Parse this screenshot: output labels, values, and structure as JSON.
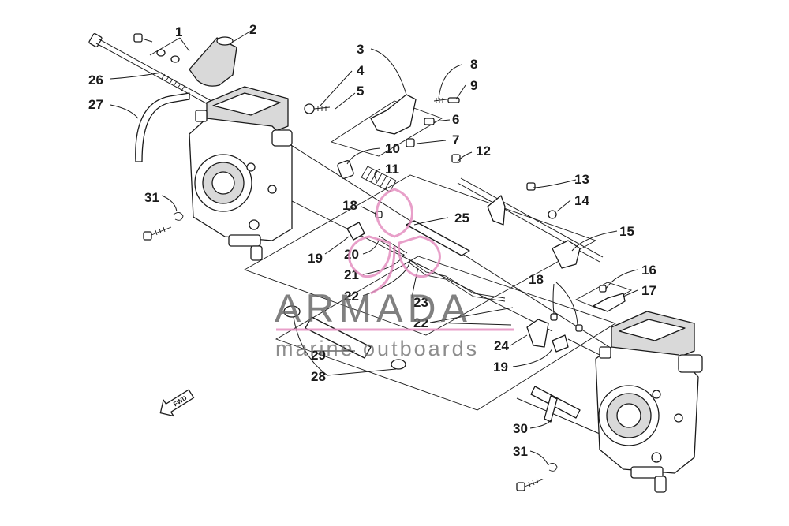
{
  "labels": [
    "1",
    "2",
    "3",
    "4",
    "5",
    "6",
    "7",
    "8",
    "9",
    "10",
    "11",
    "12",
    "13",
    "14",
    "15",
    "16",
    "17",
    "18",
    "18",
    "19",
    "19",
    "20",
    "21",
    "22",
    "22",
    "23",
    "24",
    "25",
    "26",
    "27",
    "28",
    "29",
    "30",
    "31",
    "31"
  ],
  "watermark": {
    "title": "ARMADA",
    "subtitle": "marine outboards",
    "color_title": "#6b6b6b",
    "color_sub": "#7a7a7a",
    "color_accent": "#e48fc0"
  },
  "direction_arrow": {
    "text": "FWD"
  },
  "colors": {
    "line": "#1a1a1a",
    "background": "#ffffff",
    "fill_grey": "#d9d9d9"
  }
}
